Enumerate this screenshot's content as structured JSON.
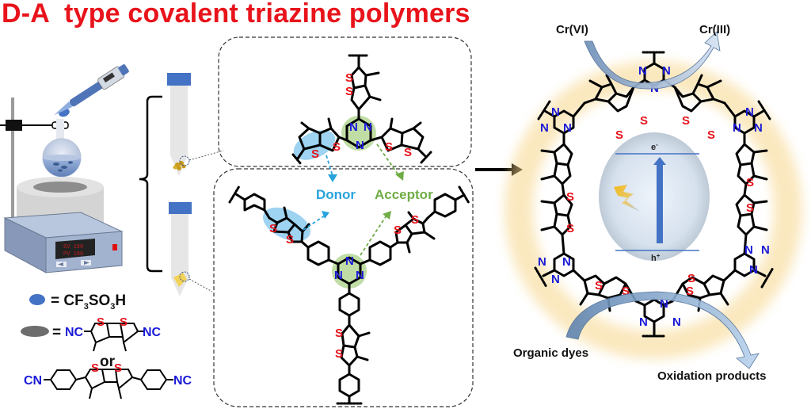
{
  "title": "D-A  type covalent triazine polymers",
  "legend": {
    "acid_label": "= CF",
    "acid_sub1": "3",
    "acid_mid": "SO",
    "acid_sub2": "3",
    "acid_end": "H",
    "monomer_eq": "=",
    "monomer_nc_left": "NC",
    "monomer_nc_right": "NC",
    "or_label": "or",
    "monomer2_cn_left": "CN",
    "monomer2_nc_right": "NC",
    "atom_s": "S"
  },
  "hotplate": {
    "display_line1": "SV 180",
    "display_line2": "PV 180"
  },
  "structure": {
    "donor_label": "Donor",
    "acceptor_label": "Acceptor",
    "atom_s": "S",
    "atom_n": "N"
  },
  "photocatalysis": {
    "reactant_top": "Cr(VI)",
    "product_top": "Cr(III)",
    "reactant_bottom": "Organic dyes",
    "product_bottom": "Oxidation products",
    "electron_label": "e",
    "electron_sup": "-",
    "hole_label": "h",
    "hole_sup": "+"
  },
  "colors": {
    "title": "#e8131b",
    "sulfur": "#e8131b",
    "nitrogen": "#1a1ad6",
    "donor": "#29a3dc",
    "acceptor": "#6fac46",
    "donor_highlight": "#8dcbee",
    "acceptor_highlight": "#b8d99a",
    "cap_blue": "#4472c4"
  }
}
